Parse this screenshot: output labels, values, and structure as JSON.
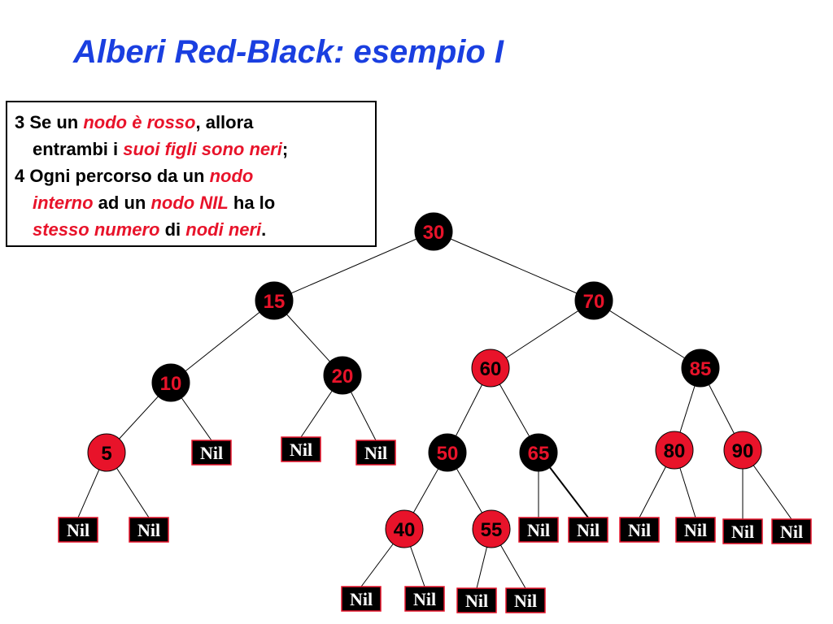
{
  "title": "Alberi Red-Black: esempio I",
  "rules": [
    [
      {
        "t": "3 Se un ",
        "h": false
      },
      {
        "t": "nodo è rosso",
        "h": true
      },
      {
        "t": ", allora",
        "h": false
      }
    ],
    [
      {
        "t": "entrambi i ",
        "h": false
      },
      {
        "t": "suoi figli  sono neri",
        "h": true
      },
      {
        "t": ";",
        "h": false
      }
    ],
    [
      {
        "t": "4 Ogni percorso da un ",
        "h": false
      },
      {
        "t": "nodo",
        "h": true
      }
    ],
    [
      {
        "t": "interno",
        "h": true
      },
      {
        "t": " ad un ",
        "h": false
      },
      {
        "t": "nodo NIL",
        "h": true
      },
      {
        "t": " ha lo",
        "h": false
      }
    ],
    [
      {
        "t": "stesso  numero",
        "h": true
      },
      {
        "t": " di ",
        "h": false
      },
      {
        "t": "nodi neri",
        "h": true
      },
      {
        "t": ".",
        "h": false
      }
    ]
  ],
  "colors": {
    "title": "#1a3fe0",
    "highlight": "#e8132a",
    "red_node": "#e8132a",
    "black_node": "#000000",
    "nil_text": "#ffffff"
  },
  "tree": {
    "nodes": [
      {
        "id": "n30",
        "label": "30",
        "color": "black"
      },
      {
        "id": "n15",
        "label": "15",
        "color": "black"
      },
      {
        "id": "n70",
        "label": "70",
        "color": "black"
      },
      {
        "id": "n10",
        "label": "10",
        "color": "black"
      },
      {
        "id": "n20",
        "label": "20",
        "color": "black"
      },
      {
        "id": "n60",
        "label": "60",
        "color": "red"
      },
      {
        "id": "n85",
        "label": "85",
        "color": "black"
      },
      {
        "id": "n5",
        "label": "5",
        "color": "red"
      },
      {
        "id": "n50",
        "label": "50",
        "color": "black"
      },
      {
        "id": "n65",
        "label": "65",
        "color": "black"
      },
      {
        "id": "n80",
        "label": "80",
        "color": "red"
      },
      {
        "id": "n90",
        "label": "90",
        "color": "red"
      },
      {
        "id": "n40",
        "label": "40",
        "color": "red"
      },
      {
        "id": "n55",
        "label": "55",
        "color": "red"
      },
      {
        "id": "nil1",
        "label": "Nil",
        "color": "nil"
      },
      {
        "id": "nil2",
        "label": "Nil",
        "color": "nil"
      },
      {
        "id": "nil3",
        "label": "Nil",
        "color": "nil"
      },
      {
        "id": "nil4",
        "label": "Nil",
        "color": "nil"
      },
      {
        "id": "nil5",
        "label": "Nil",
        "color": "nil"
      },
      {
        "id": "nil6",
        "label": "Nil",
        "color": "nil"
      },
      {
        "id": "nil7",
        "label": "Nil",
        "color": "nil"
      },
      {
        "id": "nil8",
        "label": "Nil",
        "color": "nil"
      },
      {
        "id": "nil9",
        "label": "Nil",
        "color": "nil"
      },
      {
        "id": "nil10",
        "label": "Nil",
        "color": "nil"
      },
      {
        "id": "nil11",
        "label": "Nil",
        "color": "nil"
      },
      {
        "id": "nil12",
        "label": "Nil",
        "color": "nil"
      },
      {
        "id": "nil13",
        "label": "Nil",
        "color": "nil"
      },
      {
        "id": "nil14",
        "label": "Nil",
        "color": "nil"
      },
      {
        "id": "nil15",
        "label": "Nil",
        "color": "nil"
      }
    ],
    "edges": [
      [
        "n30",
        "n15"
      ],
      [
        "n30",
        "n70"
      ],
      [
        "n15",
        "n10"
      ],
      [
        "n15",
        "n20"
      ],
      [
        "n70",
        "n60"
      ],
      [
        "n70",
        "n85"
      ],
      [
        "n10",
        "n5"
      ],
      [
        "n10",
        "nil1"
      ],
      [
        "n20",
        "nil2"
      ],
      [
        "n20",
        "nil3"
      ],
      [
        "n60",
        "n50"
      ],
      [
        "n60",
        "n65"
      ],
      [
        "n85",
        "n80"
      ],
      [
        "n85",
        "n90"
      ],
      [
        "n5",
        "nil4"
      ],
      [
        "n5",
        "nil5"
      ],
      [
        "n50",
        "n40"
      ],
      [
        "n50",
        "n55"
      ],
      [
        "n65",
        "nil6"
      ],
      [
        "n65",
        "nil7"
      ],
      [
        "n80",
        "nil8"
      ],
      [
        "n80",
        "nil9"
      ],
      [
        "n90",
        "nil10"
      ],
      [
        "n90",
        "nil11"
      ],
      [
        "n40",
        "nil12"
      ],
      [
        "n40",
        "nil13"
      ],
      [
        "n55",
        "nil14"
      ],
      [
        "n55",
        "nil15"
      ]
    ]
  }
}
